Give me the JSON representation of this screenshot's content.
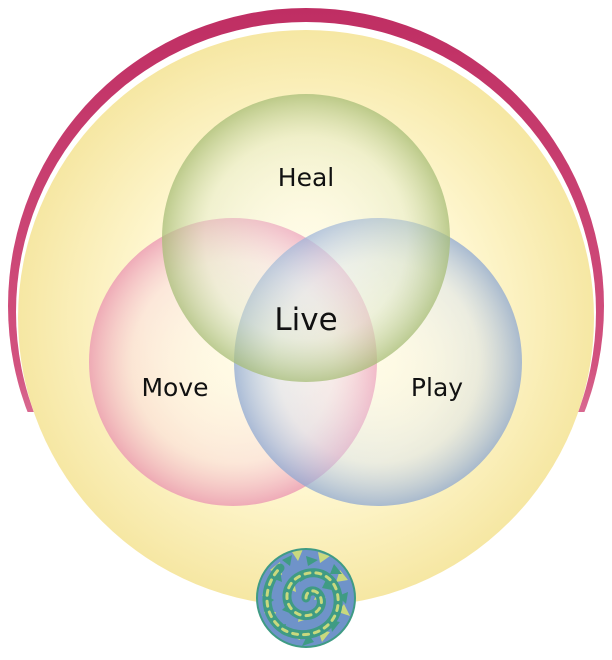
{
  "diagram": {
    "circles": {
      "heal": {
        "label": "Heal",
        "color": "#b9cc8e"
      },
      "move": {
        "label": "Move",
        "color": "#f1a7c1"
      },
      "play": {
        "label": "Play",
        "color": "#9fb6da"
      }
    },
    "center_label": "Live",
    "outer_glow_color": "#f9ecaa",
    "arc_color": "#c8386a",
    "spiral_logo": {
      "icon": "spiral-logo-icon",
      "colors": [
        "#3f9b84",
        "#6f93c9",
        "#c9d97e"
      ]
    }
  }
}
